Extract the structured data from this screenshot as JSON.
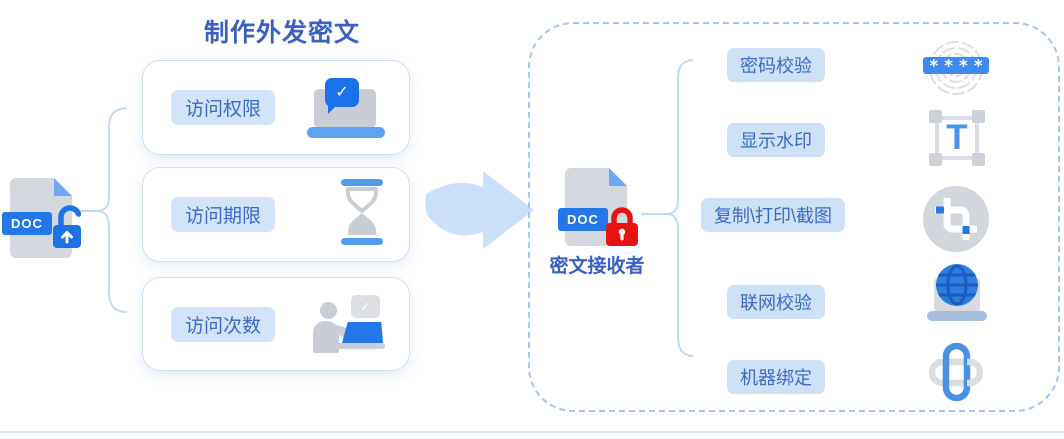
{
  "title": "制作外发密文",
  "left": {
    "doc_label": "DOC",
    "items": [
      {
        "label": "访问权限",
        "icon": "laptop-check-icon"
      },
      {
        "label": "访问期限",
        "icon": "hourglass-icon"
      },
      {
        "label": "访问次数",
        "icon": "person-laptop-icon"
      }
    ]
  },
  "arrow": "right-swoosh-arrow",
  "recipient": {
    "doc_label": "DOC",
    "name": "密文接收者"
  },
  "right": {
    "items": [
      {
        "label": "密码校验",
        "icon": "password-fingerprint-icon"
      },
      {
        "label": "显示水印",
        "icon": "watermark-text-icon"
      },
      {
        "label": "复制\\打印\\截图",
        "icon": "screenshot-crop-icon"
      },
      {
        "label": "联网校验",
        "icon": "network-globe-icon"
      },
      {
        "label": "机器绑定",
        "icon": "machine-link-icon"
      }
    ],
    "password_mask": "* * * *",
    "watermark_letter": "T",
    "check_glyph": "✓"
  },
  "colors": {
    "accent_blue": "#2377E8",
    "text_blue": "#3A60C6",
    "pill_bg": "#D3E3F9",
    "lock_red": "#E81414",
    "arrow_fill": "#CBDFF8",
    "line_blue": "#C3D9F1",
    "gray_icon": "#C9CED6"
  }
}
